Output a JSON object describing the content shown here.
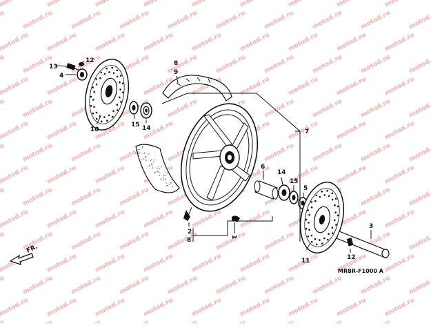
{
  "diagram": {
    "code": "MR8R-F1000 A",
    "direction_label": "FR.",
    "watermark": "motod.ru"
  },
  "callouts": {
    "c1": "1",
    "c2": "2",
    "c3": "3",
    "c4": "4",
    "c5": "5",
    "c6": "6",
    "c7": "7",
    "c8_bottom": "8",
    "c8_top": "8",
    "c9": "9",
    "c10": "10",
    "c11": "11",
    "c12_top": "12",
    "c12_bottom": "12",
    "c13": "13",
    "c14_left": "14",
    "c14_right": "14",
    "c15_left": "15",
    "c15_right": "15"
  }
}
